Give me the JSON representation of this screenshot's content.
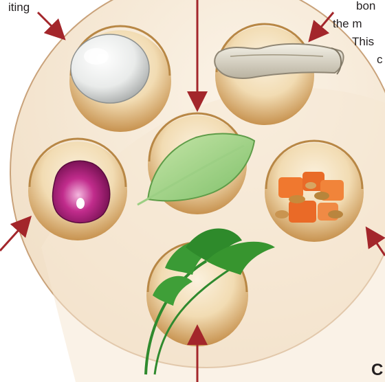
{
  "diagram": {
    "labels": {
      "top_left": "iting",
      "top_right_line1": "bon",
      "top_right_line2": "the m",
      "top_right_line3": "This",
      "top_right_line4": "c",
      "bottom_right": "C"
    },
    "items": [
      "egg",
      "shank-bone",
      "lettuce",
      "onion",
      "charoset",
      "parsley"
    ],
    "colors": {
      "plate": "#f7ead9",
      "plate_rim": "#c9a27a",
      "bowl": "#e4c48e",
      "bowl_inner": "#b88745",
      "arrow": "#a3262b",
      "text": "#231f20"
    }
  }
}
